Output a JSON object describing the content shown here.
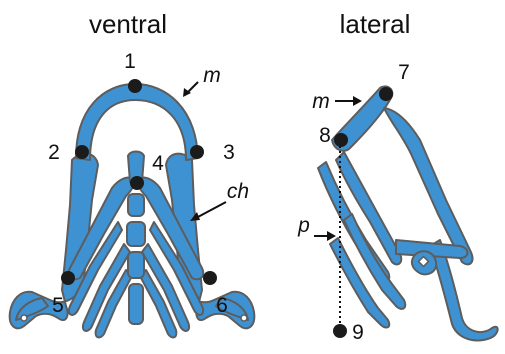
{
  "panels": {
    "ventral": {
      "title": "ventral"
    },
    "lateral": {
      "title": "lateral"
    }
  },
  "landmarks": {
    "ventral": [
      "1",
      "2",
      "3",
      "4",
      "5",
      "6"
    ],
    "lateral": [
      "7",
      "8",
      "9"
    ]
  },
  "labels": {
    "m_ventral": "m",
    "ch": "ch",
    "m_lateral": "m",
    "p": "p"
  },
  "colors": {
    "bone_fill": "#3f92d2",
    "bone_outline": "#5d5d5d",
    "landmark": "#1b1b1b"
  }
}
